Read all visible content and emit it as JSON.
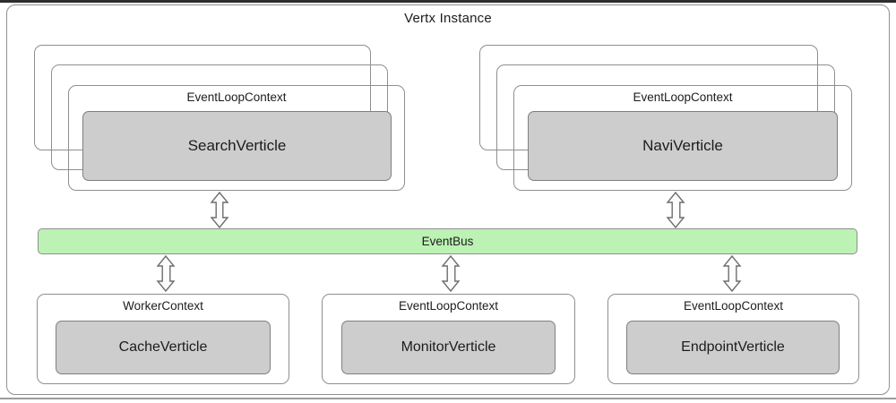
{
  "title": "Vertx Instance",
  "colors": {
    "verticle_fill": "#cdcdcd",
    "verticle_border": "#7f7f7f",
    "context_border": "#8f8f8f",
    "eventbus_fill": "#bdf2b5",
    "eventbus_border": "#8f8f8f",
    "arrow_stroke": "#6e6e6e",
    "text": "#1c1c1c"
  },
  "event_bus": {
    "label": "EventBus"
  },
  "top_groups": [
    {
      "context_label": "EventLoopContext",
      "verticle_label": "SearchVerticle",
      "stacked_instances": 3
    },
    {
      "context_label": "EventLoopContext",
      "verticle_label": "NaviVerticle",
      "stacked_instances": 3
    }
  ],
  "bottom_groups": [
    {
      "context_label": "WorkerContext",
      "verticle_label": "CacheVerticle"
    },
    {
      "context_label": "EventLoopContext",
      "verticle_label": "MonitorVerticle"
    },
    {
      "context_label": "EventLoopContext",
      "verticle_label": "EndpointVerticle"
    }
  ],
  "connections": {
    "type": "bidirectional-arrow",
    "count": 5
  }
}
